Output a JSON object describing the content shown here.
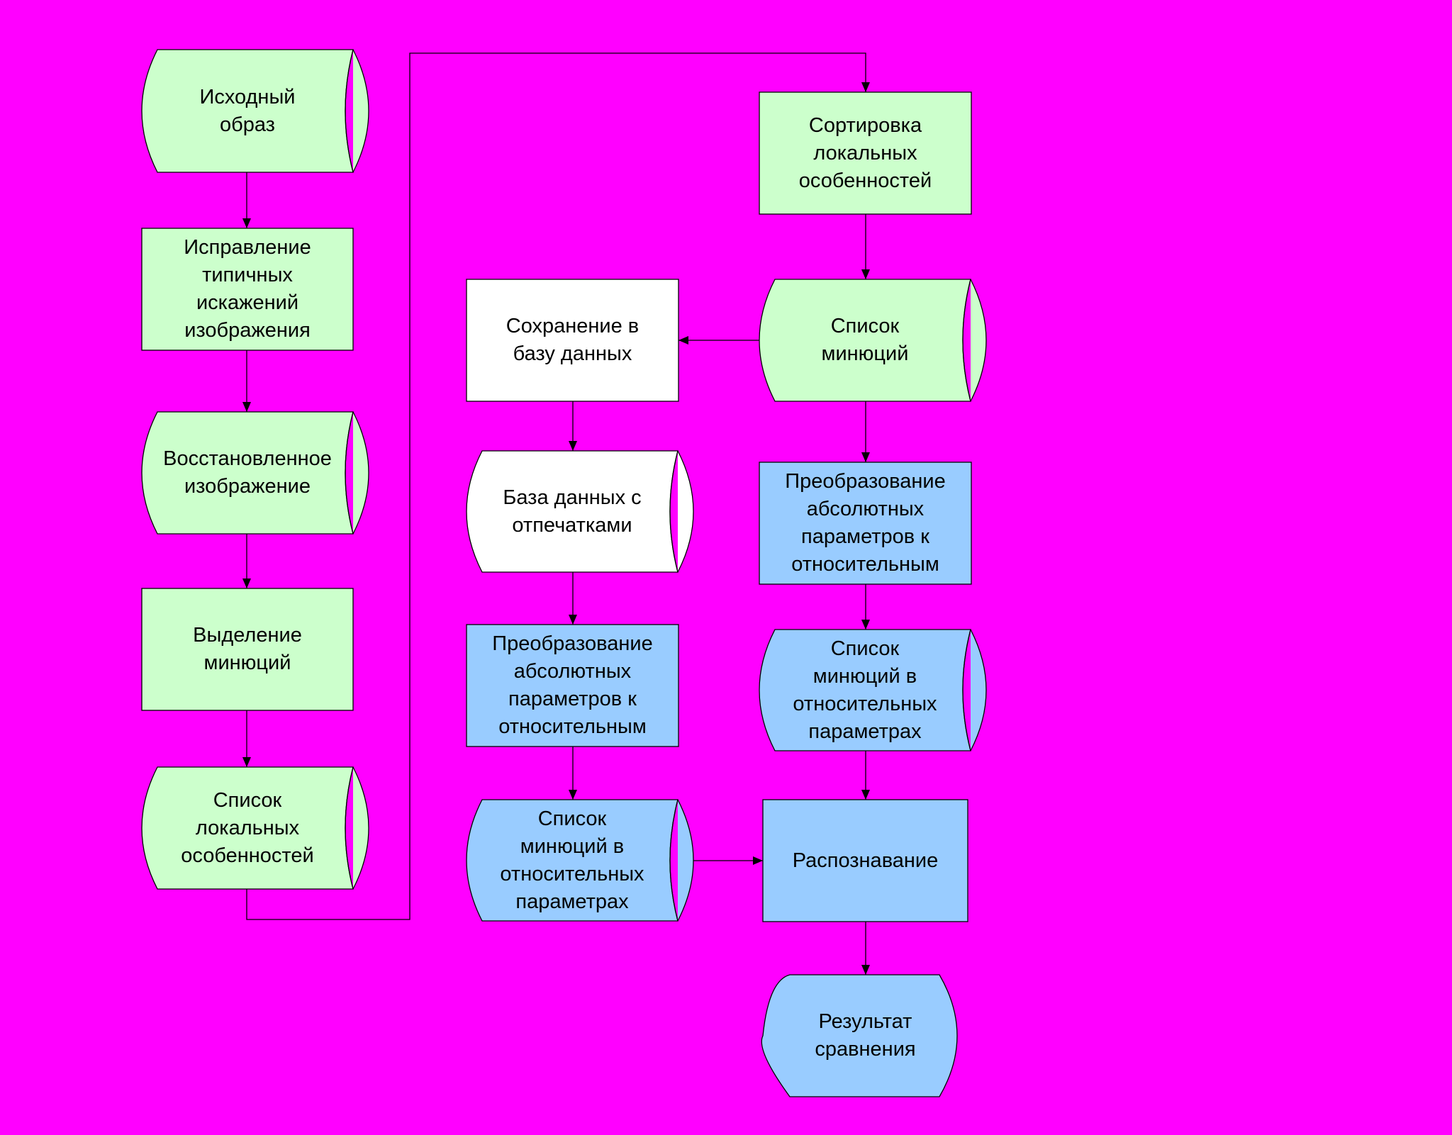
{
  "colors": {
    "background": "#ff00ff",
    "green": "#ccffcc",
    "blue": "#99ccff",
    "white": "#ffffff",
    "stroke": "#000000"
  },
  "nodes": {
    "source_image": {
      "label": "Исходный\nобраз",
      "shape": "stored-data",
      "color": "green"
    },
    "distortion_fix": {
      "label": "Исправление\nтипичных\nискажений\nизображения",
      "shape": "process",
      "color": "green"
    },
    "restored_image": {
      "label": "Восстановленное\nизображение",
      "shape": "stored-data",
      "color": "green"
    },
    "minutiae_extraction": {
      "label": "Выделение\nминюций",
      "shape": "process",
      "color": "green"
    },
    "local_features_list": {
      "label": "Список\nлокальных\nособенностей",
      "shape": "stored-data",
      "color": "green"
    },
    "features_sorting": {
      "label": "Сортировка\nлокальных\nособенностей",
      "shape": "process",
      "color": "green"
    },
    "minutiae_list": {
      "label": "Список\nминюций",
      "shape": "stored-data",
      "color": "green"
    },
    "save_to_db": {
      "label": "Сохранение в\nбазу данных",
      "shape": "process",
      "color": "white"
    },
    "fingerprint_db": {
      "label": "База данных с\nотпечатками",
      "shape": "stored-data",
      "color": "white"
    },
    "transform_db": {
      "label": "Преобразование\nабсолютных\nпараметров к\nотносительным",
      "shape": "process",
      "color": "blue"
    },
    "relative_list_db": {
      "label": "Список\nминюций в\nотносительных\nпараметрах",
      "shape": "stored-data",
      "color": "blue"
    },
    "transform_input": {
      "label": "Преобразование\nабсолютных\nпараметров к\nотносительным",
      "shape": "process",
      "color": "blue"
    },
    "relative_list_input": {
      "label": "Список\nминюций в\nотносительных\nпараметрах",
      "shape": "stored-data",
      "color": "blue"
    },
    "recognition": {
      "label": "Распознавание",
      "shape": "process",
      "color": "blue"
    },
    "comparison_result": {
      "label": "Результат\nсравнения",
      "shape": "display",
      "color": "blue"
    }
  },
  "edges": [
    {
      "from": "source_image",
      "to": "distortion_fix"
    },
    {
      "from": "distortion_fix",
      "to": "restored_image"
    },
    {
      "from": "restored_image",
      "to": "minutiae_extraction"
    },
    {
      "from": "minutiae_extraction",
      "to": "local_features_list"
    },
    {
      "from": "local_features_list",
      "to": "features_sorting"
    },
    {
      "from": "features_sorting",
      "to": "minutiae_list"
    },
    {
      "from": "minutiae_list",
      "to": "save_to_db"
    },
    {
      "from": "minutiae_list",
      "to": "transform_input"
    },
    {
      "from": "save_to_db",
      "to": "fingerprint_db"
    },
    {
      "from": "fingerprint_db",
      "to": "transform_db"
    },
    {
      "from": "transform_db",
      "to": "relative_list_db"
    },
    {
      "from": "relative_list_db",
      "to": "recognition"
    },
    {
      "from": "transform_input",
      "to": "relative_list_input"
    },
    {
      "from": "relative_list_input",
      "to": "recognition"
    },
    {
      "from": "recognition",
      "to": "comparison_result"
    }
  ]
}
